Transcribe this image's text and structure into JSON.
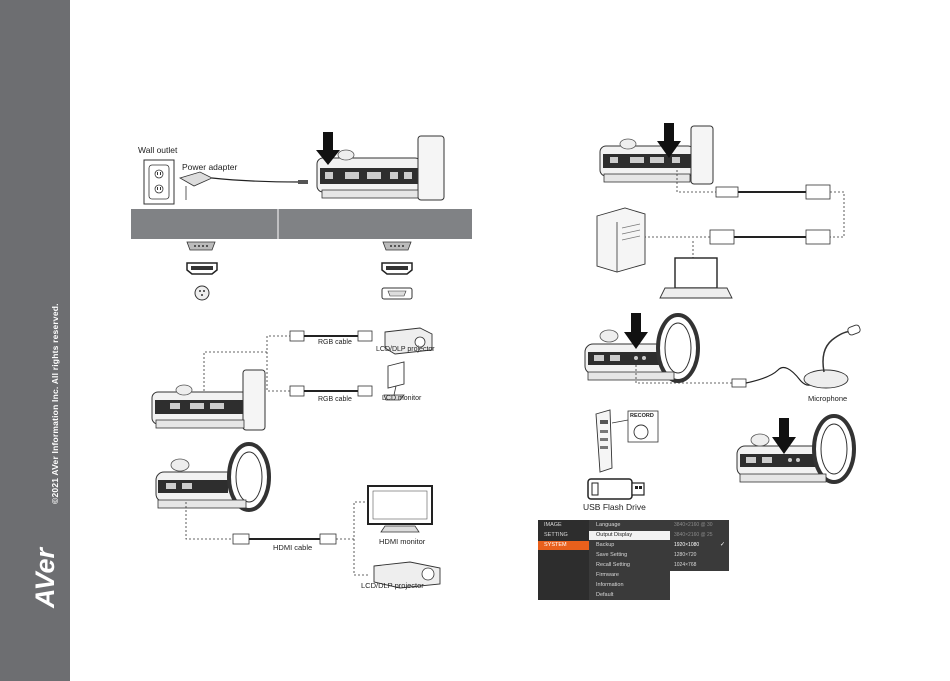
{
  "sidebar": {
    "copyright": "©2021 AVer Information Inc. All rights reserved.",
    "logo_alt": "AVer"
  },
  "power": {
    "wall_outlet_label": "Wall outlet",
    "power_adapter_label": "Power adapter"
  },
  "projector_connection": {
    "rgb_cable_top_label": "RGB cable",
    "projector_label": "LCD/DLP projector",
    "rgb_cable_bottom_label": "RGB cable",
    "monitor_label": "LCD monitor"
  },
  "hdmi_connection": {
    "hdmi_cable_label": "HDMI cable",
    "hdmi_monitor_label": "HDMI monitor",
    "projector_label": "LCD/DLP projector"
  },
  "microphone": {
    "label": "Microphone"
  },
  "recording": {
    "record_button_label": "RECORD",
    "usb_label": "USB Flash Drive"
  },
  "osd_menu": {
    "left_items": [
      "IMAGE",
      "SETTING",
      "SYSTEM"
    ],
    "middle_items": [
      "Language",
      "Output Display",
      "Backup",
      "Save Setting",
      "Recall Setting",
      "Firmware",
      "Information",
      "Default"
    ],
    "right_items": [
      "3840×2160 @ 30",
      "3840×2160 @ 25",
      "1920×1080",
      "1280×720",
      "1024×768"
    ],
    "selected_left": "SYSTEM",
    "selected_middle": "Output Display",
    "selected_right": "1920×1080"
  },
  "colors": {
    "sidebar": "#6d6e71",
    "table_header": "#808285",
    "menu_highlight": "#e8601c"
  }
}
